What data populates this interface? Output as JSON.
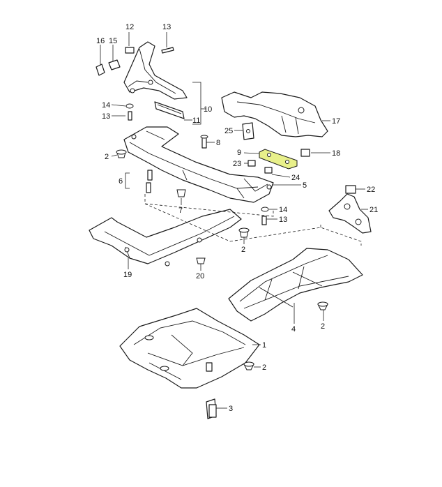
{
  "diagram": {
    "callouts": [
      {
        "id": "c12",
        "label": "12"
      },
      {
        "id": "c13a",
        "label": "13"
      },
      {
        "id": "c16",
        "label": "16"
      },
      {
        "id": "c15",
        "label": "15"
      },
      {
        "id": "c14a",
        "label": "14"
      },
      {
        "id": "c13b",
        "label": "13"
      },
      {
        "id": "c10",
        "label": "10"
      },
      {
        "id": "c11",
        "label": "11"
      },
      {
        "id": "c17",
        "label": "17"
      },
      {
        "id": "c25",
        "label": "25"
      },
      {
        "id": "c8",
        "label": "8"
      },
      {
        "id": "c2a",
        "label": "2"
      },
      {
        "id": "c9",
        "label": "9"
      },
      {
        "id": "c18",
        "label": "18"
      },
      {
        "id": "c23",
        "label": "23"
      },
      {
        "id": "c24",
        "label": "24"
      },
      {
        "id": "c6",
        "label": "6"
      },
      {
        "id": "c5",
        "label": "5"
      },
      {
        "id": "c22",
        "label": "22"
      },
      {
        "id": "c7",
        "label": "7"
      },
      {
        "id": "c14b",
        "label": "14"
      },
      {
        "id": "c21",
        "label": "21"
      },
      {
        "id": "c13c",
        "label": "13"
      },
      {
        "id": "c2b",
        "label": "2"
      },
      {
        "id": "c19",
        "label": "19"
      },
      {
        "id": "c20",
        "label": "20"
      },
      {
        "id": "c4",
        "label": "4"
      },
      {
        "id": "c2c",
        "label": "2"
      },
      {
        "id": "c1",
        "label": "1"
      },
      {
        "id": "c2d",
        "label": "2"
      },
      {
        "id": "c3",
        "label": "3"
      }
    ]
  }
}
